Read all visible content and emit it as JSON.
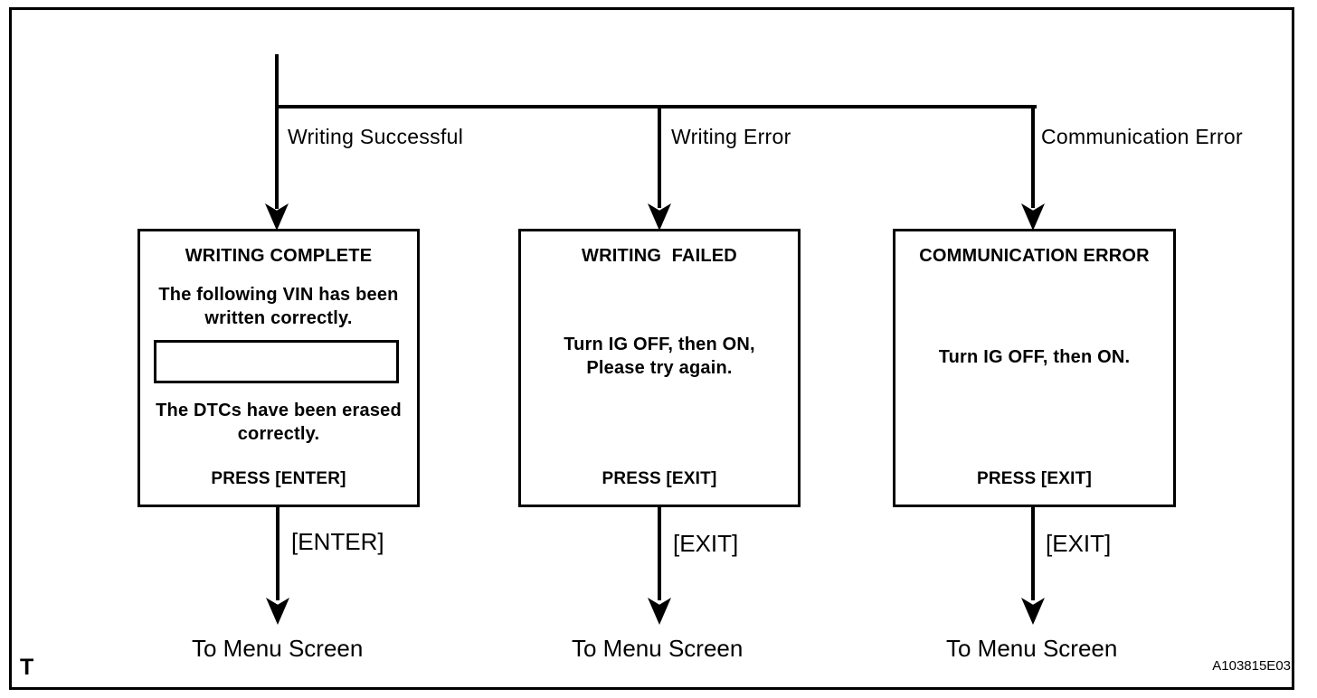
{
  "diagram": {
    "corner_mark": "T",
    "figure_code": "A103815E03",
    "line_color": "#000000",
    "background_color": "#ffffff"
  },
  "branches": [
    {
      "condition_label": "Writing Successful",
      "screen": {
        "title": "WRITING COMPLETE",
        "message_top": "The following VIN has been\nwritten correctly.",
        "vin_field_value": "",
        "message_bottom": "The DTCs have been erased\ncorrectly.",
        "press_instruction": "PRESS [ENTER]"
      },
      "key_label": "[ENTER]",
      "destination_label": "To Menu Screen"
    },
    {
      "condition_label": "Writing Error",
      "screen": {
        "title": "WRITING  FAILED",
        "message": "Turn IG OFF, then ON,\nPlease try again.",
        "press_instruction": "PRESS [EXIT]"
      },
      "key_label": "[EXIT]",
      "destination_label": "To Menu Screen"
    },
    {
      "condition_label": "Communication Error",
      "screen": {
        "title": "COMMUNICATION ERROR",
        "message": "Turn IG OFF, then ON.",
        "press_instruction": "PRESS [EXIT]"
      },
      "key_label": "[EXIT]",
      "destination_label": "To Menu Screen"
    }
  ]
}
